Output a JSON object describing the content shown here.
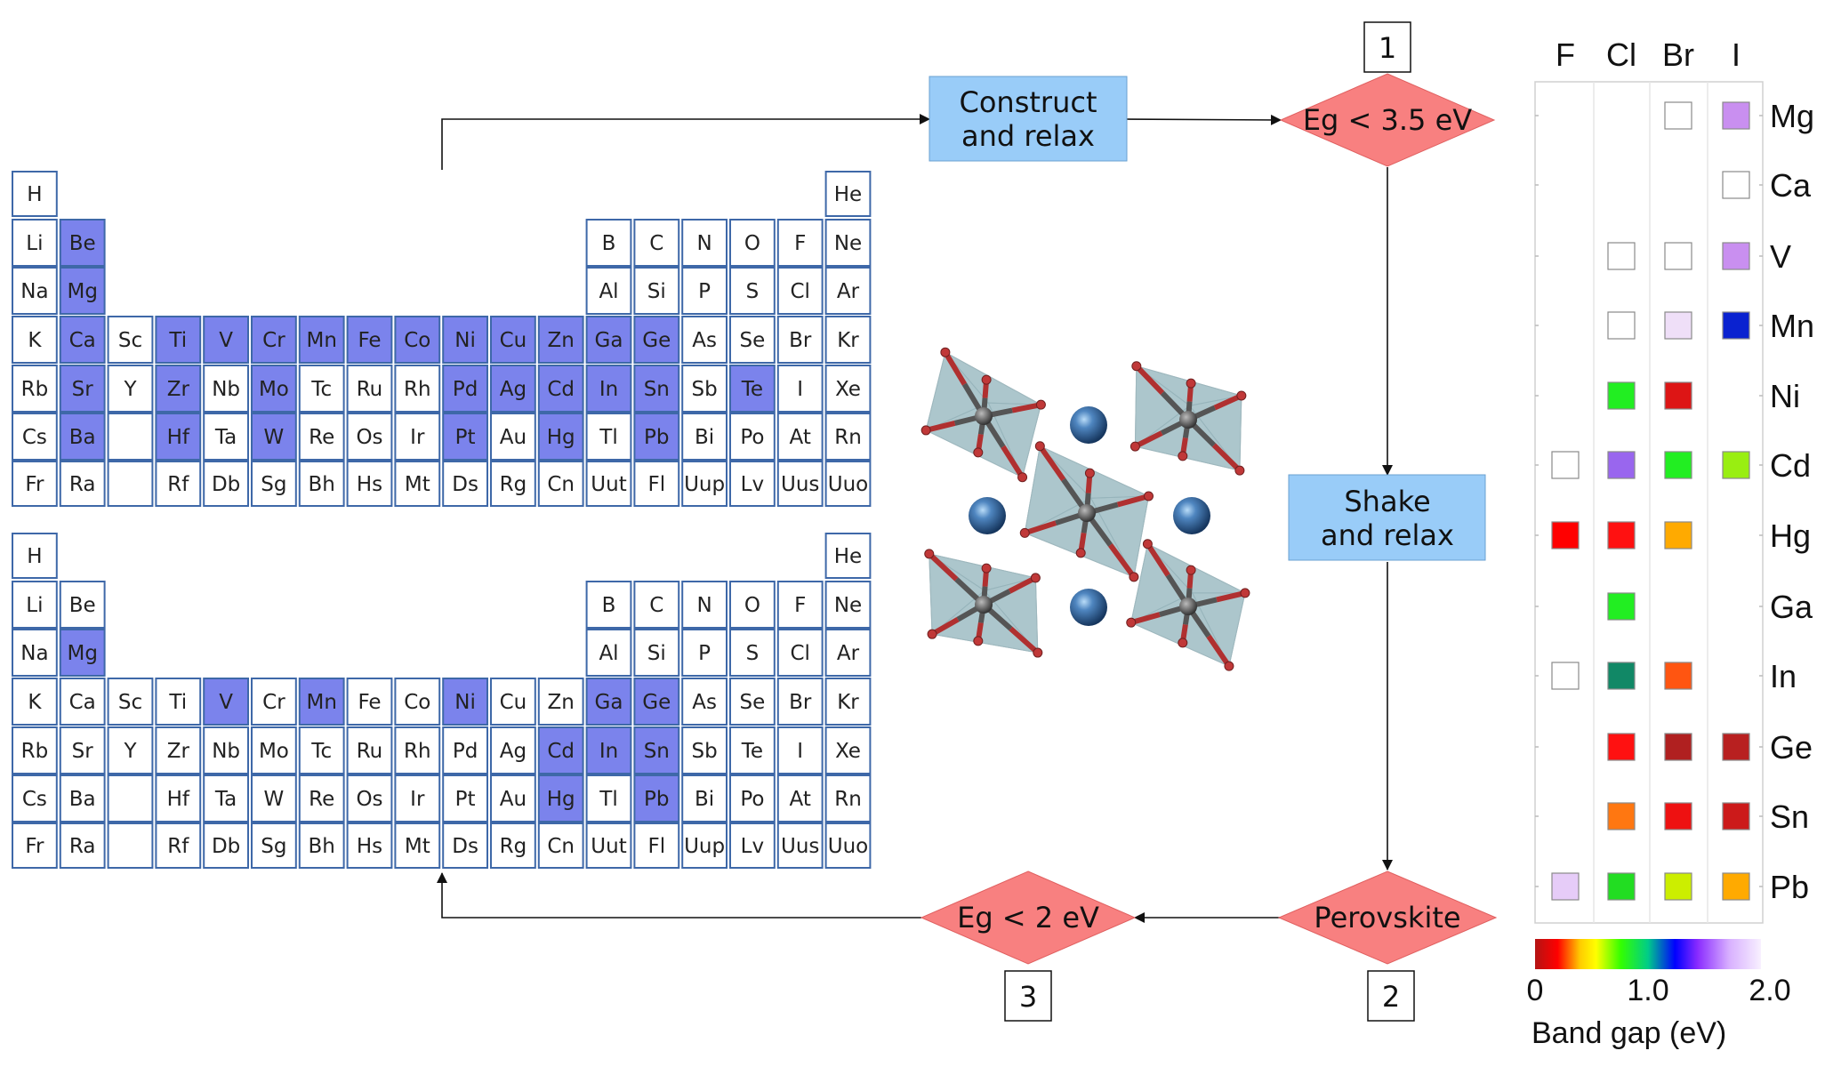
{
  "periodic_tables": {
    "rows": [
      [
        "H",
        "",
        "",
        "",
        "",
        "",
        "",
        "",
        "",
        "",
        "",
        "",
        "",
        "",
        "",
        "",
        "",
        "He"
      ],
      [
        "Li",
        "Be",
        "",
        "",
        "",
        "",
        "",
        "",
        "",
        "",
        "",
        "",
        "B",
        "C",
        "N",
        "O",
        "F",
        "Ne"
      ],
      [
        "Na",
        "Mg",
        "",
        "",
        "",
        "",
        "",
        "",
        "",
        "",
        "",
        "",
        "Al",
        "Si",
        "P",
        "S",
        "Cl",
        "Ar"
      ],
      [
        "K",
        "Ca",
        "Sc",
        "Ti",
        "V",
        "Cr",
        "Mn",
        "Fe",
        "Co",
        "Ni",
        "Cu",
        "Zn",
        "Ga",
        "Ge",
        "As",
        "Se",
        "Br",
        "Kr"
      ],
      [
        "Rb",
        "Sr",
        "Y",
        "Zr",
        "Nb",
        "Mo",
        "Tc",
        "Ru",
        "Rh",
        "Pd",
        "Ag",
        "Cd",
        "In",
        "Sn",
        "Sb",
        "Te",
        "I",
        "Xe"
      ],
      [
        "Cs",
        "Ba",
        "",
        "Hf",
        "Ta",
        "W",
        "Re",
        "Os",
        "Ir",
        "Pt",
        "Au",
        "Hg",
        "Tl",
        "Pb",
        "Bi",
        "Po",
        "At",
        "Rn"
      ],
      [
        "Fr",
        "Ra",
        "",
        "Rf",
        "Db",
        "Sg",
        "Bh",
        "Hs",
        "Mt",
        "Ds",
        "Rg",
        "Cn",
        "Uut",
        "Fl",
        "Uup",
        "Lv",
        "Uus",
        "Uuo"
      ]
    ],
    "empty_boxes": [
      [
        5,
        2
      ],
      [
        6,
        2
      ]
    ],
    "highlight_color": "#7b83ec",
    "border_color": "#3e68a8",
    "top_highlighted": [
      "Be",
      "Mg",
      "Ca",
      "Sr",
      "Ba",
      "Ti",
      "V",
      "Cr",
      "Mn",
      "Fe",
      "Co",
      "Ni",
      "Cu",
      "Zn",
      "Ga",
      "Ge",
      "Zr",
      "Mo",
      "Pd",
      "Ag",
      "Cd",
      "In",
      "Sn",
      "Te",
      "Hf",
      "W",
      "Pt",
      "Hg",
      "Pb"
    ],
    "bottom_highlighted": [
      "Mg",
      "V",
      "Mn",
      "Ni",
      "Ga",
      "Ge",
      "Cd",
      "In",
      "Sn",
      "Hg",
      "Pb"
    ]
  },
  "flowchart": {
    "construct_box": "Construct\nand relax",
    "shake_box": "Shake\nand relax",
    "decision_1": "Eg < 3.5 eV",
    "decision_2": "Perovskite",
    "decision_3": "Eg < 2 eV",
    "step_1": "1",
    "step_2": "2",
    "step_3": "3",
    "box_color": "#99ccf8",
    "diamond_color": "#f88080"
  },
  "grid": {
    "columns": [
      "F",
      "Cl",
      "Br",
      "I"
    ],
    "rows": [
      "Mg",
      "Ca",
      "V",
      "Mn",
      "Ni",
      "Cd",
      "Hg",
      "Ga",
      "In",
      "Ge",
      "Sn",
      "Pb"
    ],
    "cells": [
      [
        null,
        null,
        "#ffffff",
        "#c98ff0"
      ],
      [
        null,
        null,
        null,
        "#ffffff"
      ],
      [
        null,
        "#ffffff",
        "#ffffff",
        "#c98ff0"
      ],
      [
        null,
        "#ffffff",
        "#efdff8",
        "#0a22d0"
      ],
      [
        null,
        "#22ee22",
        "#dd1515",
        null
      ],
      [
        "#ffffff",
        "#9966ee",
        "#22ee22",
        "#99ee11"
      ],
      [
        "#ff0000",
        "#ff1111",
        "#ffaa00",
        null
      ],
      [
        null,
        "#22ee22",
        null,
        null
      ],
      [
        "#ffffff",
        "#118866",
        "#ff5511",
        null
      ],
      [
        null,
        "#ff1111",
        "#b02020",
        "#b82020"
      ],
      [
        null,
        "#ff7711",
        "#ee1111",
        "#cc1a1a"
      ],
      [
        "#e6ccf8",
        "#22dd22",
        "#ccee00",
        "#ffaa00"
      ]
    ],
    "colorbar": {
      "label": "Band gap (eV)",
      "ticks": [
        "0",
        "1.0",
        "2.0"
      ],
      "range": [
        0,
        2.0
      ],
      "stops": [
        "#b41414",
        "#ff0000",
        "#ffcc00",
        "#ffff00",
        "#33ff00",
        "#00cc88",
        "#0000ff",
        "#8a2bff",
        "#d8b0ff",
        "#f8f0ff"
      ]
    }
  }
}
